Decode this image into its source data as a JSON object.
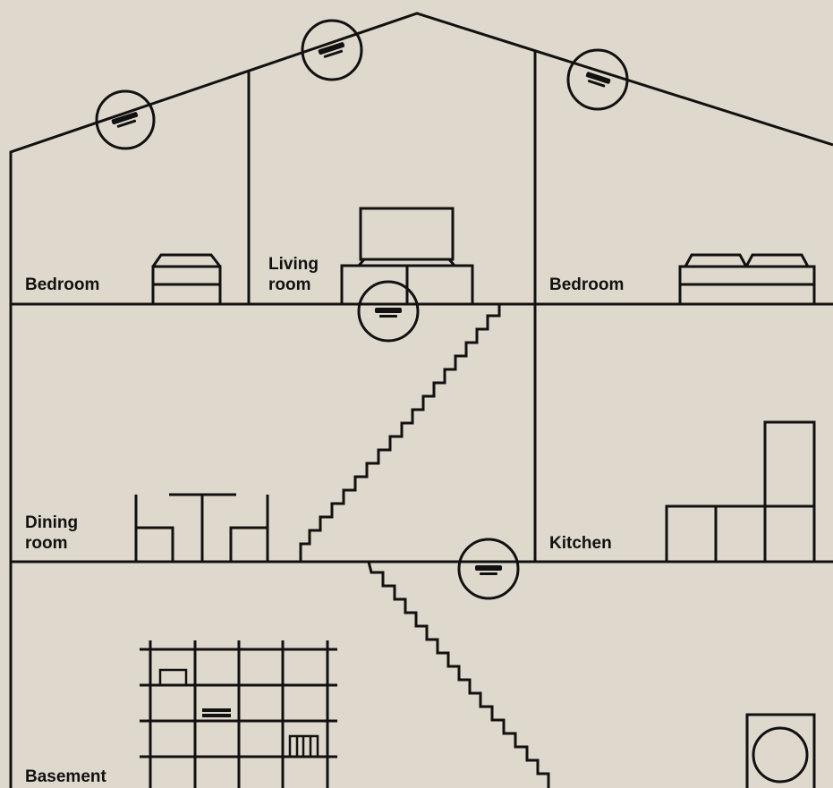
{
  "rooms": {
    "bedroom_left": "Bedroom",
    "living_room": [
      "Living",
      "room"
    ],
    "bedroom_right": "Bedroom",
    "dining_room": [
      "Dining",
      "room"
    ],
    "kitchen": "Kitchen",
    "basement": "Basement"
  },
  "colors": {
    "background": "#dfd9cd",
    "line": "#111111"
  },
  "icons": [
    "smoke-detector-icon",
    "bed-icon",
    "tv-icon",
    "dining-table-icon",
    "kitchen-cabinet-icon",
    "shelf-icon",
    "washing-machine-icon",
    "staircase-icon"
  ]
}
